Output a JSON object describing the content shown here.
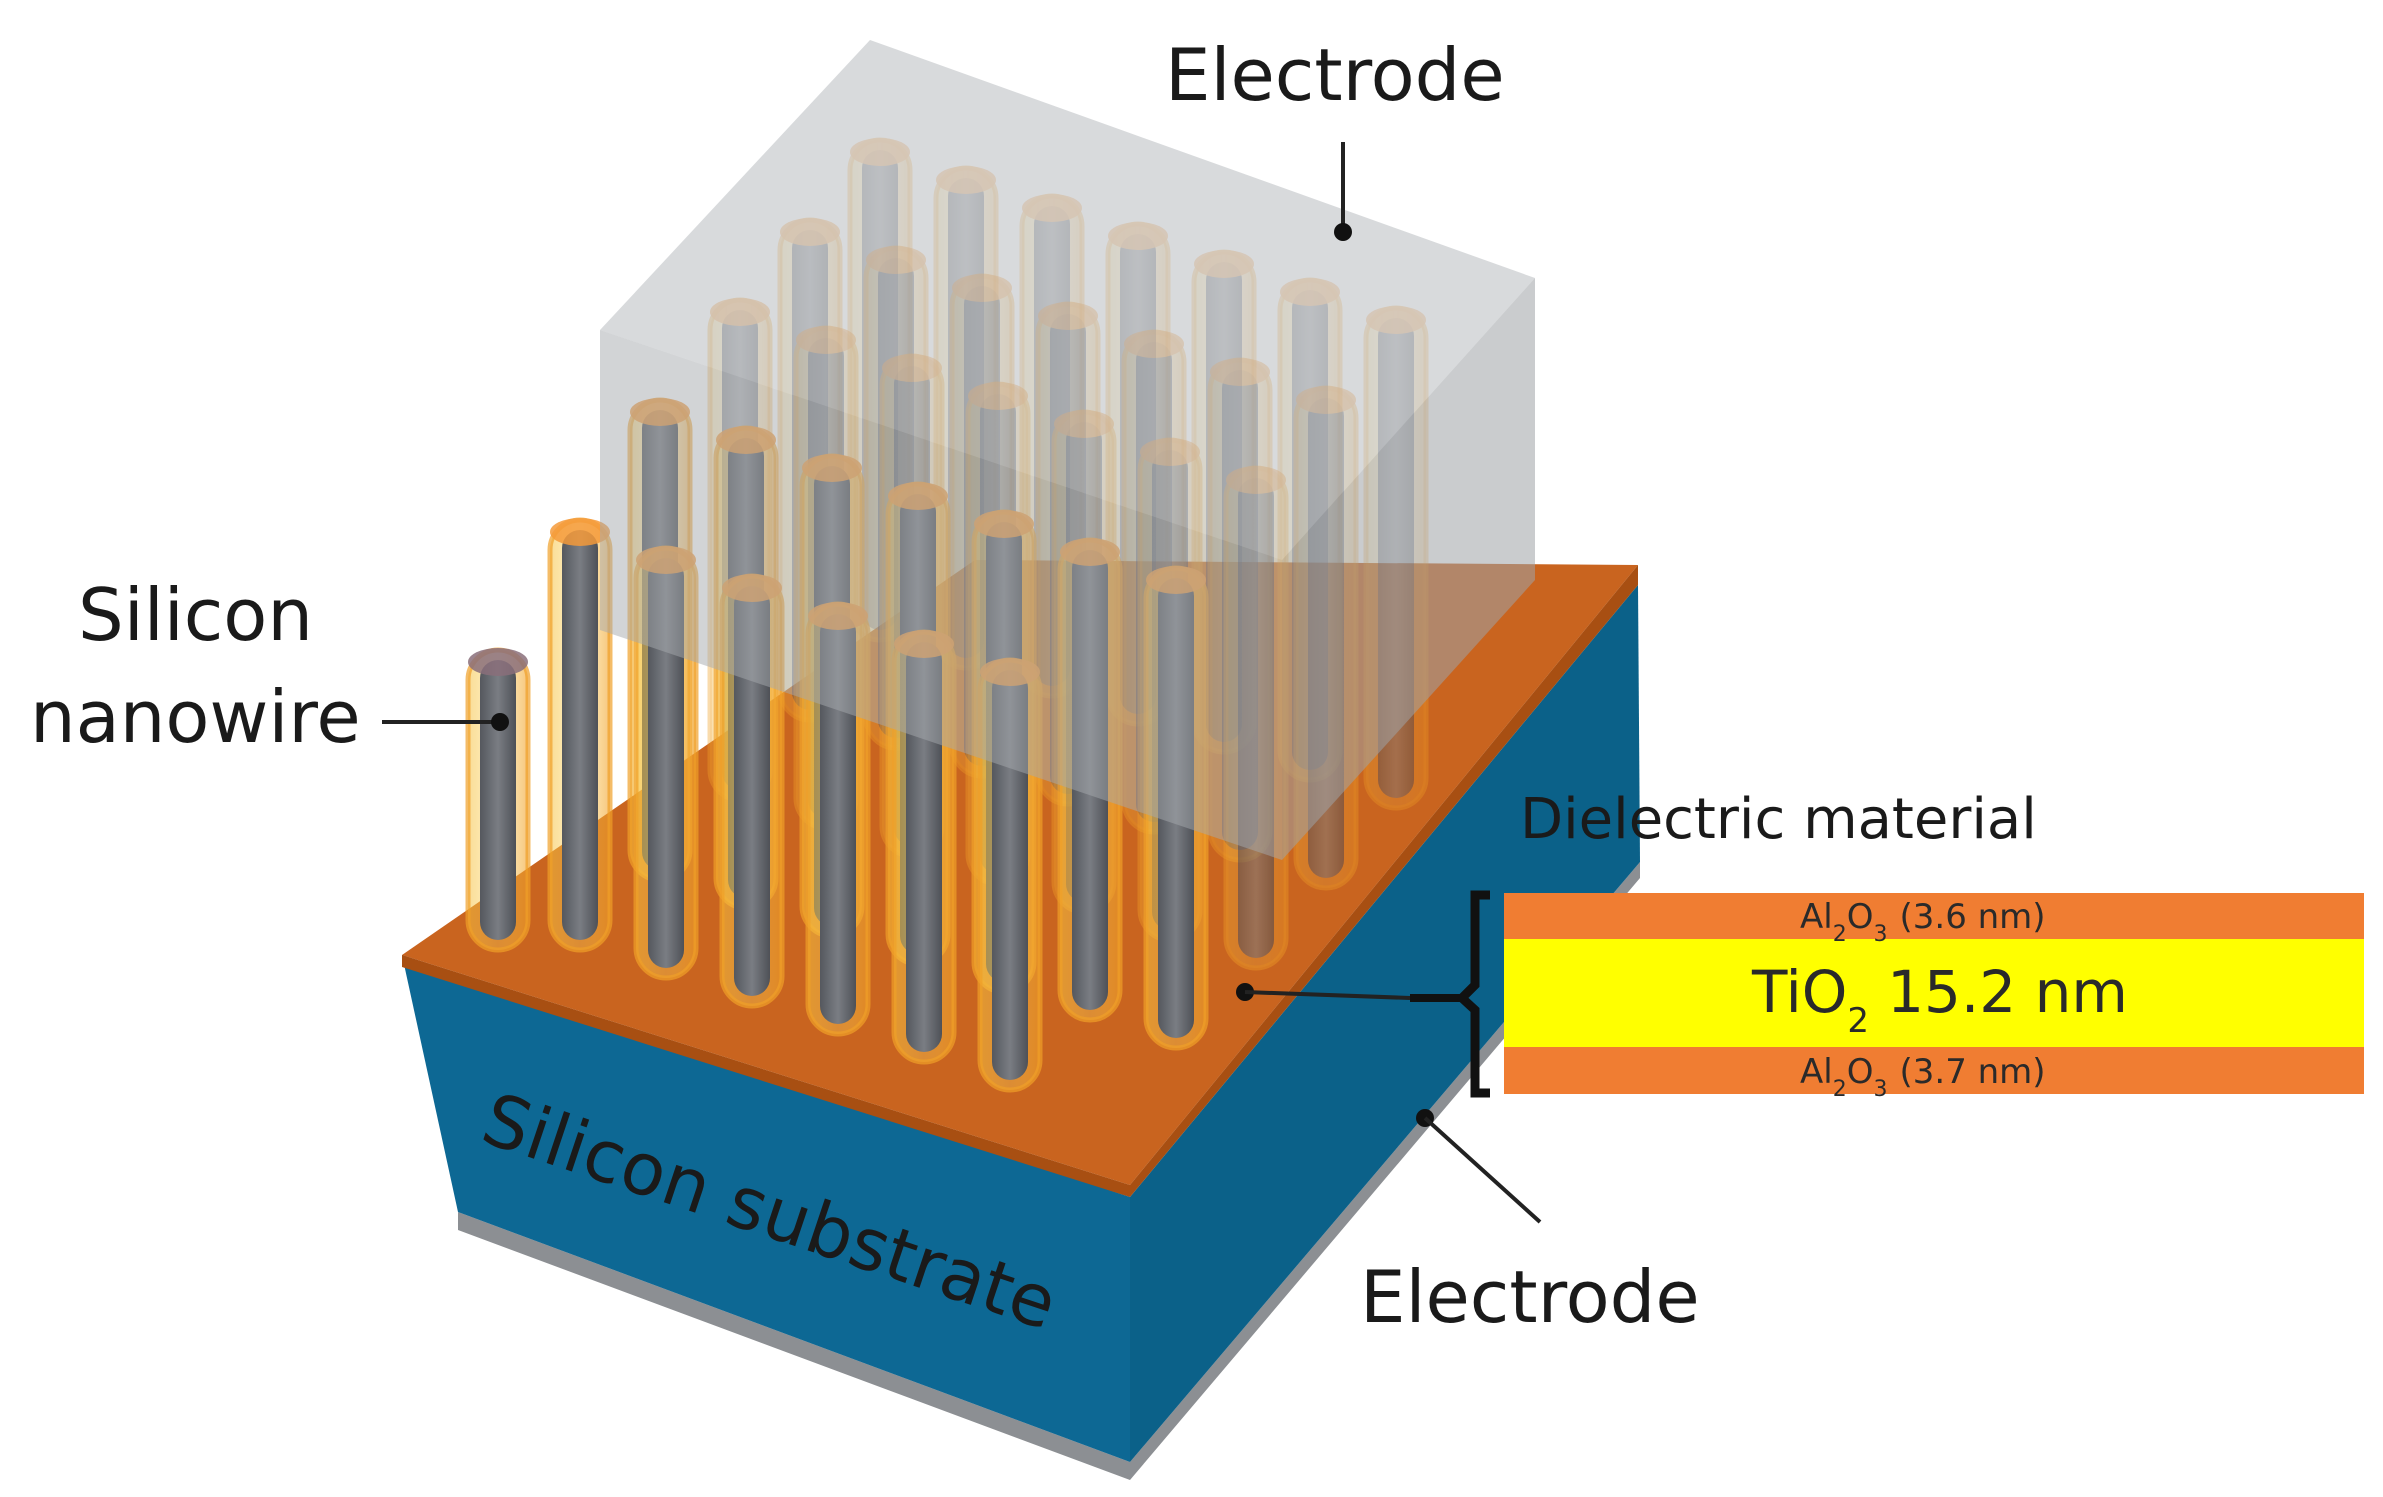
{
  "labels": {
    "top_electrode": "Electrode",
    "bottom_electrode": "Electrode",
    "nanowire_line1": "Silicon",
    "nanowire_line2": "nanowire",
    "dielectric": "Dielectric material",
    "substrate": "Silicon substrate"
  },
  "stack": {
    "top_layer": {
      "formula_a": "Al",
      "sub_a": "2",
      "formula_b": "O",
      "sub_b": "3",
      "thickness": "(3.6 nm)"
    },
    "middle_layer": {
      "formula": "TiO",
      "sub": "2",
      "thickness": "15.2 nm"
    },
    "bottom_layer": {
      "formula_a": "Al",
      "sub_a": "2",
      "formula_b": "O",
      "sub_b": "3",
      "thickness": "(3.7 nm)"
    }
  },
  "colors": {
    "substrate_side": "#0f6a95",
    "substrate_front": "#0a6590",
    "dielectric_top": "#c8621e",
    "electrode_gray": "#9aa0a6",
    "al2o3": "#f07d32",
    "tio2": "#ffff00",
    "wire_core": "#6c6f75",
    "wire_shell": "#f0a028"
  },
  "icons": [
    "leader-dot",
    "bracket"
  ]
}
